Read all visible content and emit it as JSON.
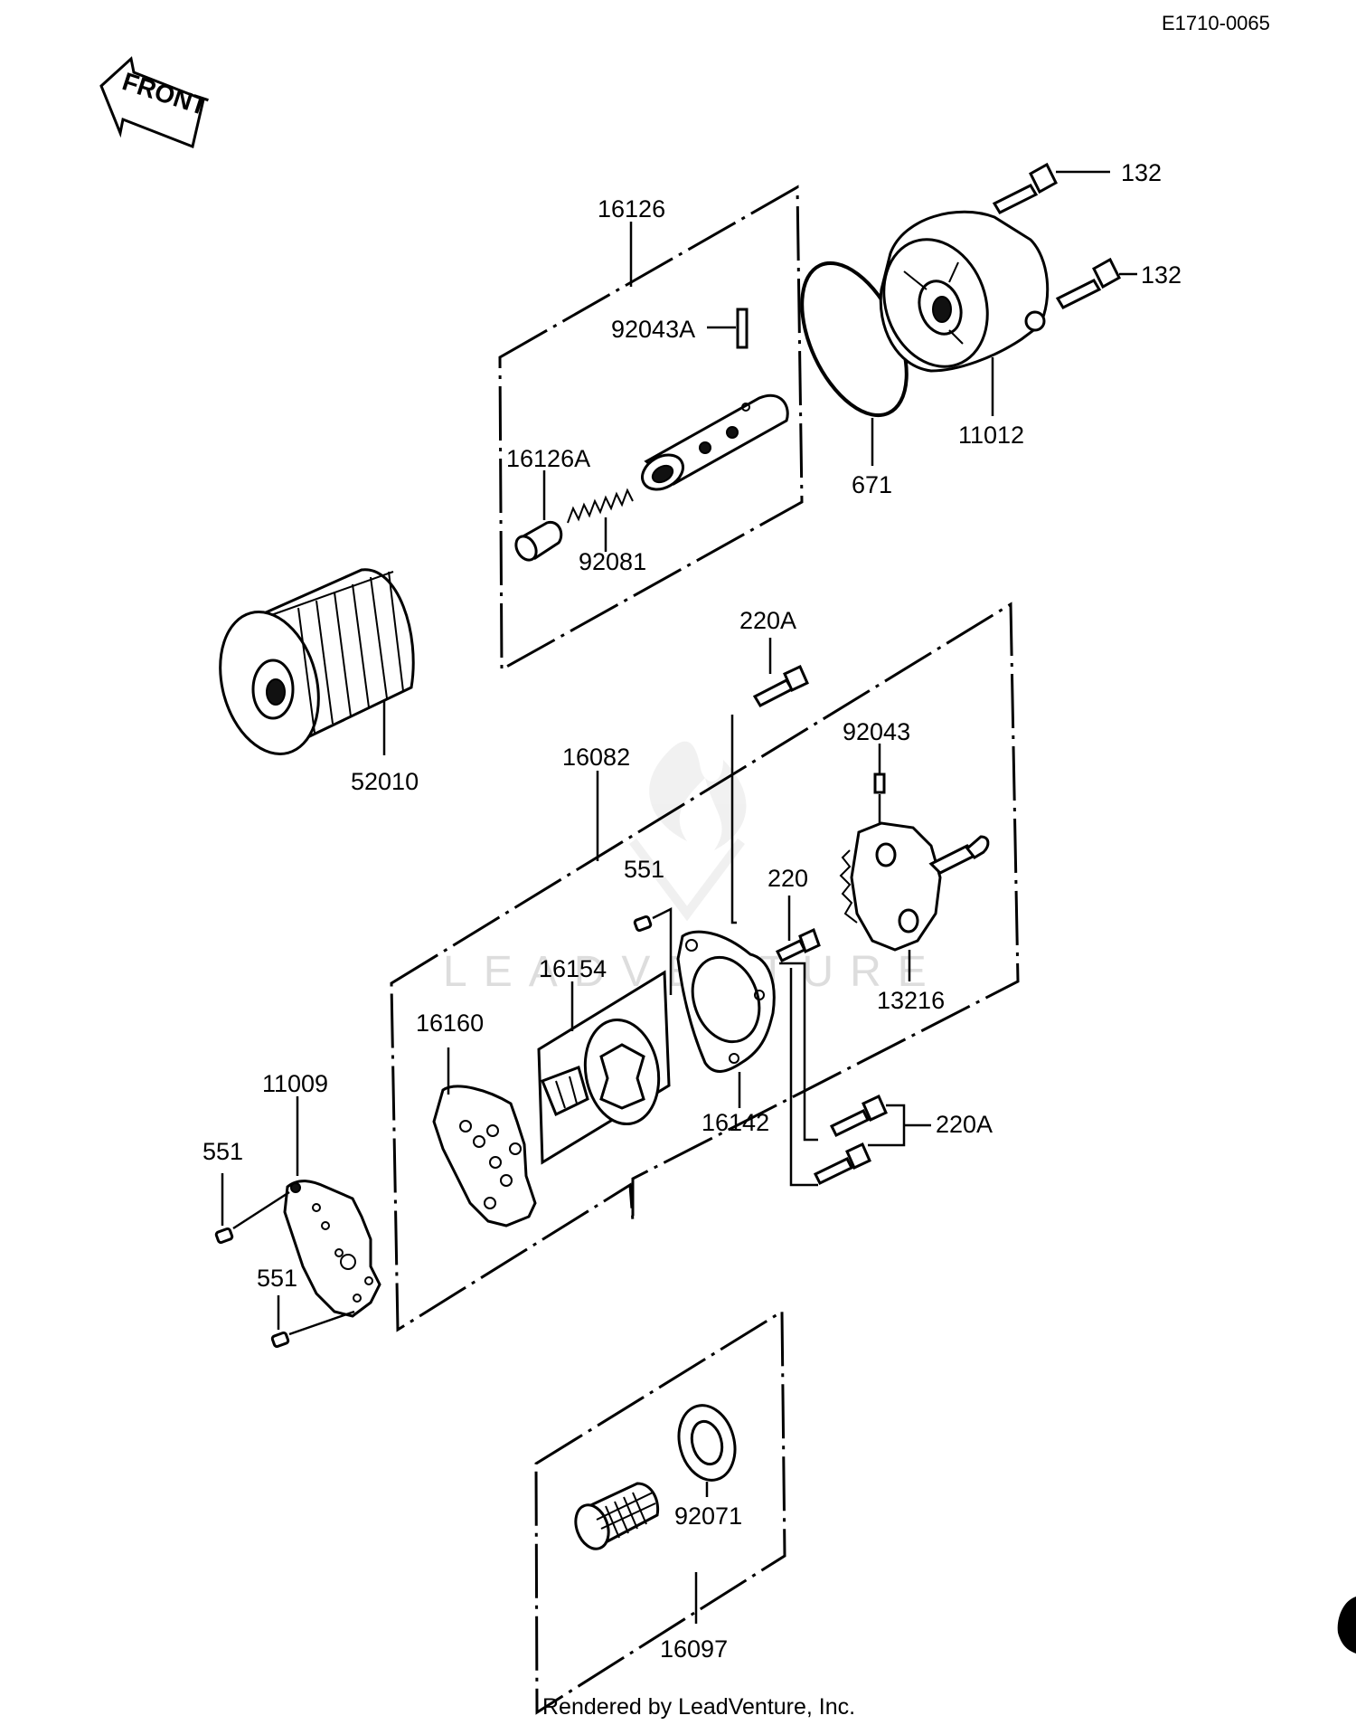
{
  "header": {
    "diagram_code": "E1710-0065"
  },
  "front_label": "FRONT",
  "footer": {
    "credit": "Rendered by LeadVenture, Inc."
  },
  "watermark": {
    "text": "LEADVENTURE"
  },
  "parts": {
    "bolt_132_upper": "132",
    "bolt_132_lower": "132",
    "oil_pump_cover": "11012",
    "o_ring": "671",
    "relief_valve_kit": "16126",
    "pin_92043a": "92043A",
    "relief_plunger": "16126A",
    "spring": "92081",
    "oil_filter": "52010",
    "pump_assy": "16082",
    "bolt_220a_top": "220A",
    "pin_92043": "92043",
    "dowel_551_center": "551",
    "bolt_220": "220",
    "rotor_set": "16154",
    "gear_shaft": "13216",
    "pump_cover_plate": "16160",
    "pump_body": "16142",
    "bolts_220a_pair": "220A",
    "gasket_cover": "11009",
    "dowel_551_left_upper": "551",
    "dowel_551_left_lower": "551",
    "strainer_assy": "16097",
    "seal": "92071"
  }
}
